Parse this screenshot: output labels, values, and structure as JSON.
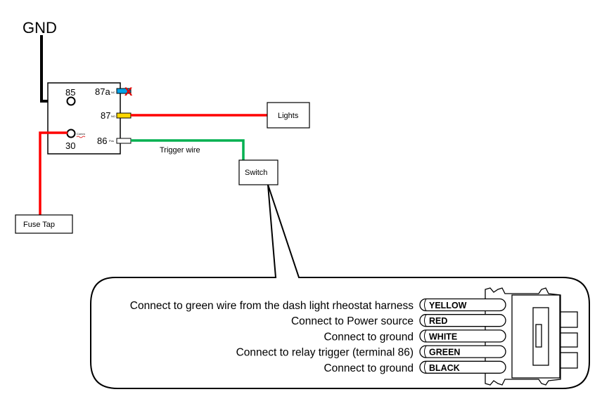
{
  "gnd_label": "GND",
  "relay": {
    "pin_85": "85",
    "pin_87a": "87a",
    "pin_87": "87",
    "pin_86": "86",
    "pin_30": "30",
    "pin_87a_sub": "NC",
    "pin_87_sub": "NO",
    "pin_86_sub": "Pos",
    "pin_30_sub": "Comm",
    "x_mark": "X"
  },
  "boxes": {
    "lights": "Lights",
    "switch": "Switch",
    "fuse_tap": "Fuse Tap"
  },
  "trigger_wire_label": "Trigger wire",
  "connector": {
    "rows": [
      {
        "description": "Connect to green wire from the dash light rheostat harness",
        "wire": "YELLOW"
      },
      {
        "description": "Connect to Power source",
        "wire": "RED"
      },
      {
        "description": "Connect to ground",
        "wire": "WHITE"
      },
      {
        "description": "Connect to relay trigger (terminal 86)",
        "wire": "GREEN"
      },
      {
        "description": "Connect to ground",
        "wire": "BLACK"
      }
    ]
  },
  "colors": {
    "wire_red": "#ff0000",
    "wire_green": "#00b050",
    "wire_black": "#000000",
    "nc_terminal": "#00a2e8",
    "no_terminal": "#ffd700",
    "x_mark": "#e00000"
  }
}
